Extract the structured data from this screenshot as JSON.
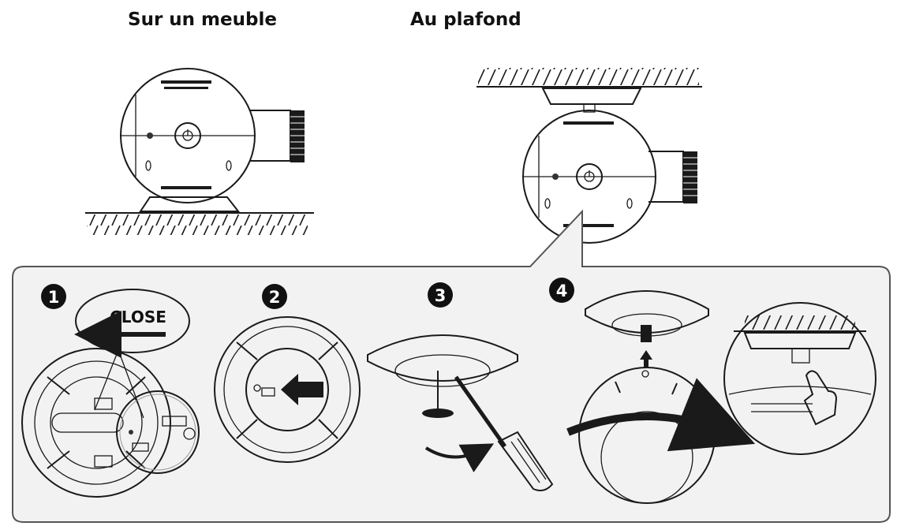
{
  "headings": {
    "furniture": "Sur un meuble",
    "ceiling": "Au plafond"
  },
  "steps": [
    {
      "number": "1",
      "label": "CLOSE"
    },
    {
      "number": "2"
    },
    {
      "number": "3"
    },
    {
      "number": "4"
    }
  ],
  "colors": {
    "panel_fill": "#f2f2f2",
    "panel_stroke": "#555555",
    "line": "#1a1a1a"
  }
}
